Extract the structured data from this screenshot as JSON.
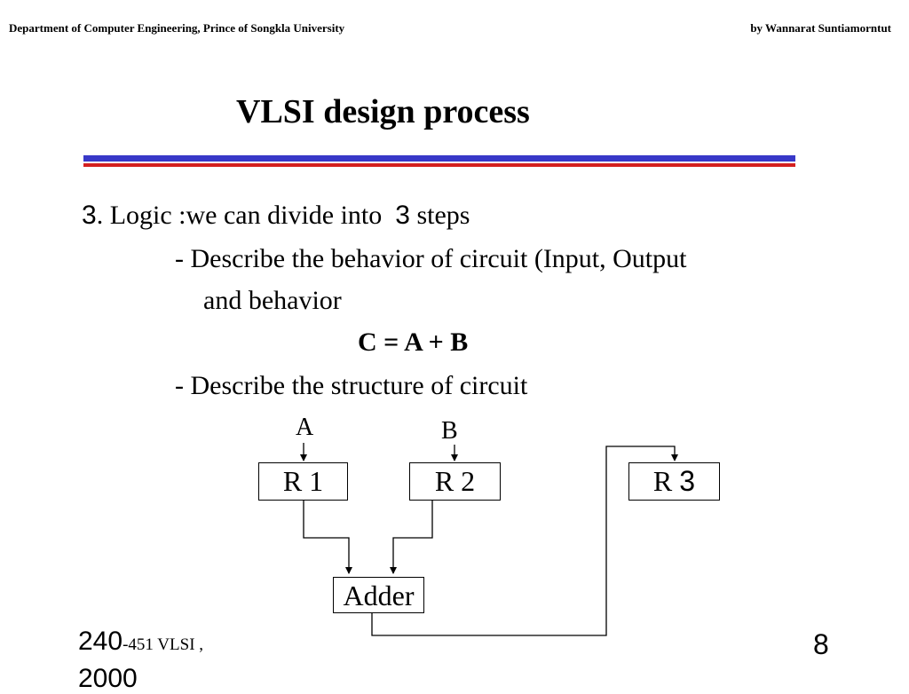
{
  "header": {
    "department": "Department of Computer Engineering, Prince of Songkla University",
    "author": "by Wannarat Suntiamorntut"
  },
  "title": "VLSI design process",
  "colors": {
    "rule_blue": "#3838c8",
    "rule_red": "#d42020"
  },
  "body": {
    "step_number": "3",
    "step_text": ". Logic :we can divide into",
    "step_count": "3",
    "step_suffix": " steps",
    "bullet1_line1": "- Describe the behavior of circuit (Input, Output",
    "bullet1_line2": "and behavior",
    "equation": "C = A + B",
    "bullet2": "- Describe the structure of circuit"
  },
  "diagram": {
    "input_a": "A",
    "input_b": "B",
    "reg1": "R 1",
    "reg2": "R 2",
    "reg3_prefix": "R ",
    "reg3_num": "3",
    "adder": "Adder"
  },
  "footer": {
    "course_num": "240",
    "course_text": "-451 VLSI ,",
    "year": "2000",
    "page": "8"
  }
}
